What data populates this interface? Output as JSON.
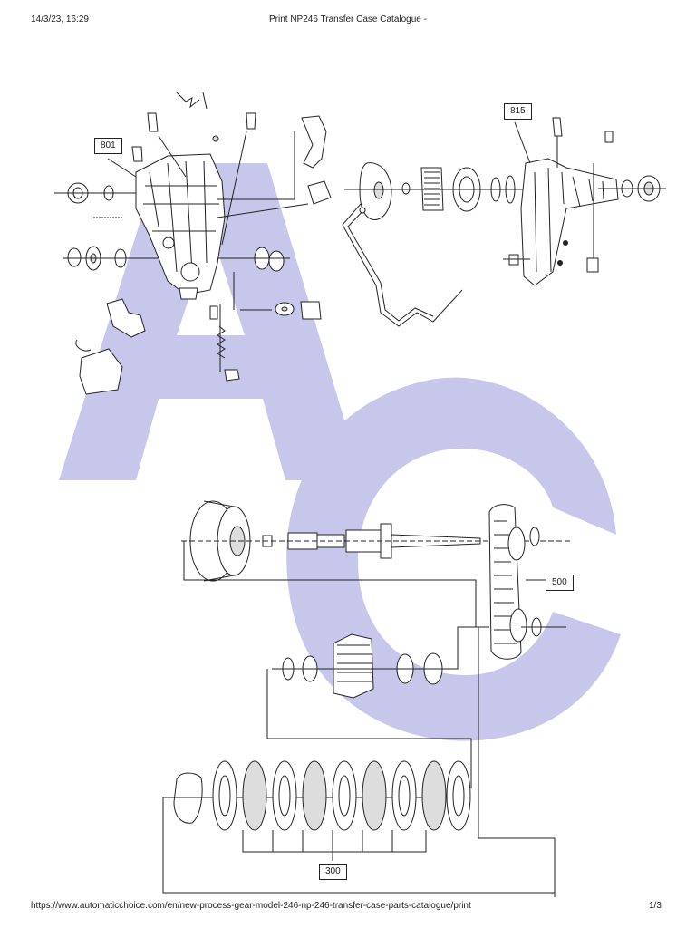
{
  "header": {
    "datetime": "14/3/23, 16:29",
    "title": "Print NP246 Transfer Case Catalogue -"
  },
  "diagram": {
    "labels": {
      "case_front": "801",
      "case_rear": "815",
      "chain_assembly": "500",
      "clutch_pack": "300"
    }
  },
  "footer": {
    "url": "https://www.automaticchoice.com/en/new-process-gear-model-246-np-246-transfer-case-parts-catalogue/print",
    "page": "1/3"
  },
  "colors": {
    "watermark": "#c7c7ec",
    "line": "#222222"
  }
}
